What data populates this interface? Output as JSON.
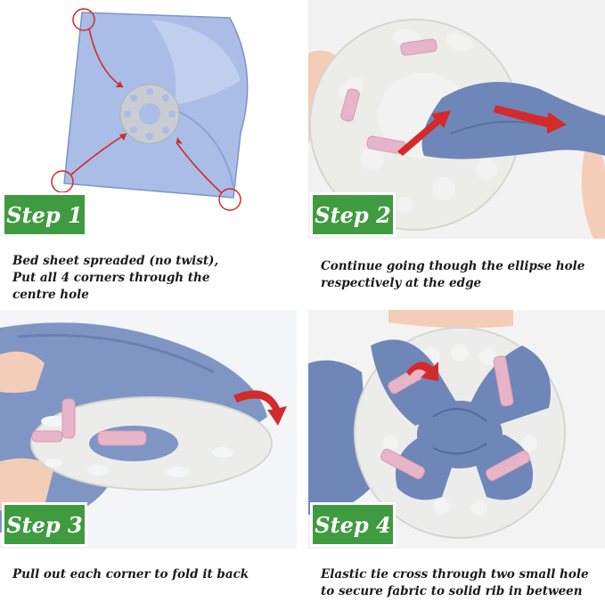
{
  "steps": [
    {
      "label": "Step 1",
      "caption": "Bed sheet spreaded (no twist),\nPut all 4 corners through the\ncentre hole"
    },
    {
      "label": "Step 2",
      "caption": "Continue going though the ellipse hole\nrespectively at the edge"
    },
    {
      "label": "Step 3",
      "caption": "Pull out each corner to fold it back"
    },
    {
      "label": "Step 4",
      "caption": "Elastic tie cross through two small hole\nto secure fabric to solid rib in between"
    }
  ],
  "colors": {
    "badge": "#3f9b3f",
    "sheet": "#a9bde6",
    "fabric": "#6f86b8",
    "disc": "#ececea",
    "clip": "#e8b4c8",
    "arrow": "#d42a2a"
  }
}
